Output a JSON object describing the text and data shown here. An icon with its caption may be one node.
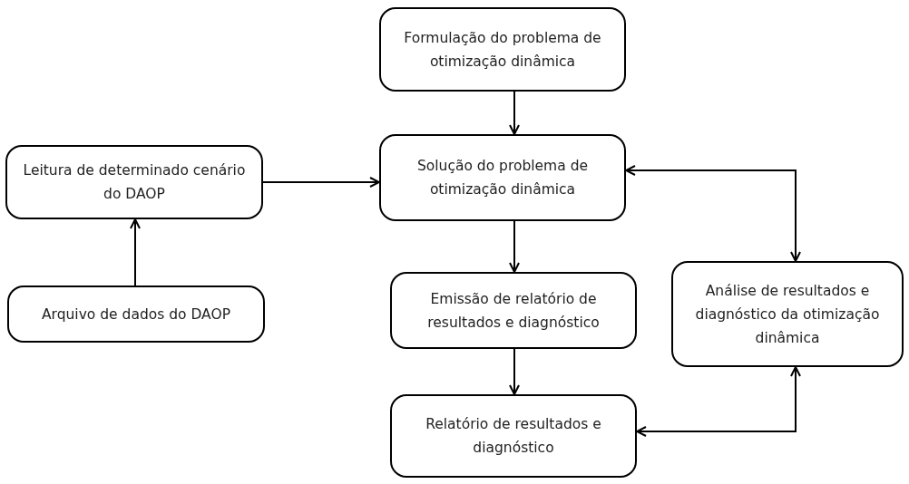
{
  "diagram": {
    "nodes": [
      {
        "text": [
          "Formulação do problema de otimização dinâmica"
        ]
      },
      {
        "text": [
          "Solução do problema de otimização dinâmica"
        ]
      },
      {
        "text": [
          "Leitura de determinado cenário do DAOP"
        ]
      },
      {
        "text": [
          "Arquivo de dados do DAOP"
        ]
      },
      {
        "text": [
          "Emissão de relatório de resultados e diagnóstico"
        ]
      },
      {
        "text": [
          "Análise de resultados e diagnóstico da otimização dinâmica"
        ]
      },
      {
        "text": [
          "Relatório de resultados e diagnóstico"
        ]
      }
    ],
    "edges": [
      {
        "from": 0,
        "to": 1,
        "arrow": "to"
      },
      {
        "from": 2,
        "to": 1,
        "arrow": "to"
      },
      {
        "from": 3,
        "to": 2,
        "arrow": "to"
      },
      {
        "from": 1,
        "to": 4,
        "arrow": "to"
      },
      {
        "from": 4,
        "to": 6,
        "arrow": "to"
      },
      {
        "from": 1,
        "to": 5,
        "arrow": "both"
      },
      {
        "from": 6,
        "to": 5,
        "arrow": "both"
      }
    ]
  }
}
